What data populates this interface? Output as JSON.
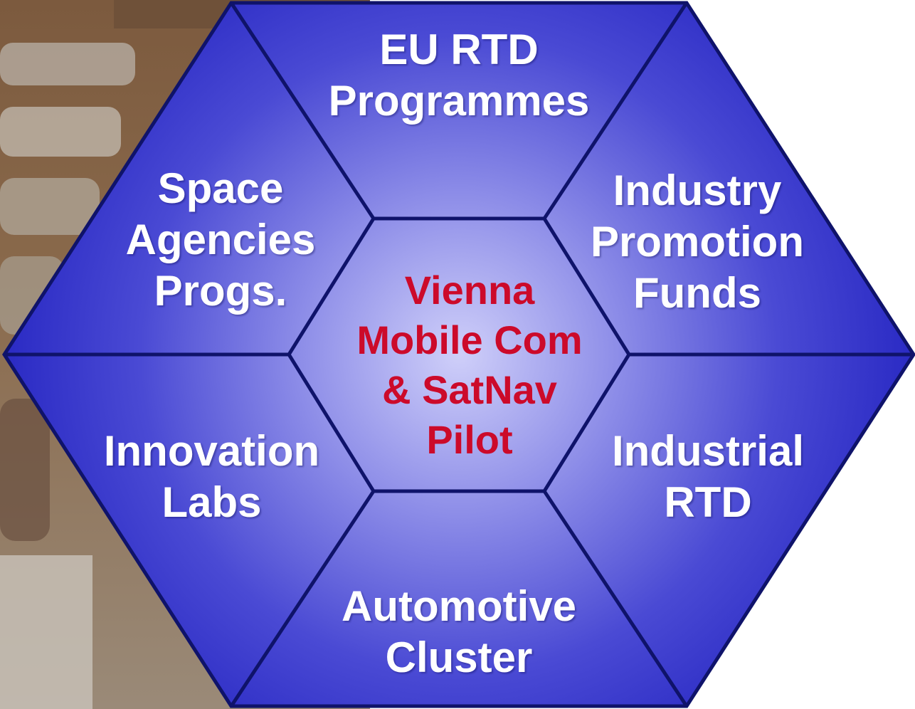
{
  "colors": {
    "segment_fill_light": "#c8c8f7",
    "segment_fill_dark": "#2c2cc6",
    "outline": "#0f136a",
    "center_text": "#cc0a2a",
    "outer_text": "#ffffff",
    "background_photo": "#8a6e4e"
  },
  "center": {
    "lines": [
      "Vienna",
      "Mobile Com",
      "& SatNav",
      "Pilot"
    ]
  },
  "segments": {
    "top": {
      "lines": [
        "EU RTD",
        "Programmes"
      ]
    },
    "upper_right": {
      "lines": [
        "Industry",
        "Promotion",
        "Funds"
      ]
    },
    "lower_right": {
      "lines": [
        "Industrial",
        "RTD"
      ]
    },
    "bottom": {
      "lines": [
        "Automotive",
        "Cluster"
      ]
    },
    "lower_left": {
      "lines": [
        "Innovation",
        "Labs"
      ]
    },
    "upper_left": {
      "lines": [
        "Space",
        "Agencies",
        "Progs."
      ]
    }
  }
}
